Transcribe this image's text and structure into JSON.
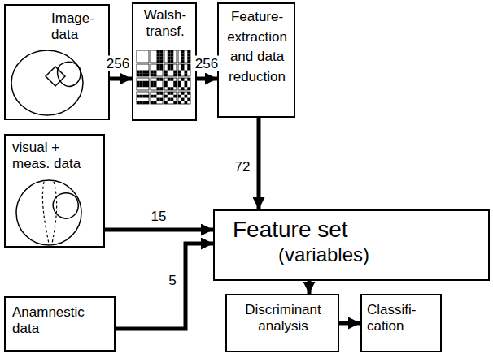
{
  "diagram": {
    "nodes": [
      {
        "text": [
          "Image- data"
        ]
      },
      {
        "text": [
          "Walsh- transf."
        ]
      },
      {
        "text": [
          "Feature- extraction and data reduction"
        ]
      },
      {
        "text": [
          "visual + meas. data"
        ]
      },
      {
        "text": [
          "Feature set",
          "(variables)"
        ]
      },
      {
        "text": [
          "Anamnestic data"
        ]
      },
      {
        "text": [
          "Discriminant analysis"
        ]
      },
      {
        "text": [
          "Classifi- cation"
        ]
      }
    ],
    "edges": [
      {
        "from": 0,
        "to": 1,
        "label": "256",
        "arrow": "to"
      },
      {
        "from": 1,
        "to": 2,
        "label": "256",
        "arrow": "to"
      },
      {
        "from": 2,
        "to": 4,
        "label": "72",
        "arrow": "to"
      },
      {
        "from": 3,
        "to": 4,
        "label": "15",
        "arrow": "to"
      },
      {
        "from": 5,
        "to": 4,
        "label": "5",
        "arrow": "to"
      },
      {
        "from": 4,
        "to": 6,
        "arrow": "to"
      },
      {
        "from": 6,
        "to": 7,
        "arrow": "to"
      }
    ]
  }
}
